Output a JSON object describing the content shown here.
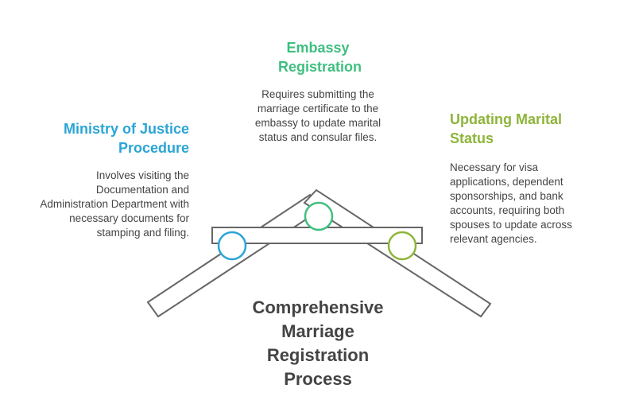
{
  "main_title": "Comprehensive Marriage Registration Process",
  "colors": {
    "left": "#2aa5d6",
    "middle": "#3fbf7f",
    "right": "#8db53a",
    "outline": "#666666",
    "text": "#444444"
  },
  "items": [
    {
      "title": "Ministry of Justice Procedure",
      "description": "Involves visiting the Documentation and Administration Department with necessary documents for stamping and filing."
    },
    {
      "title": "Embassy Registration",
      "description": "Requires submitting the marriage certificate to the embassy to update marital status and consular files."
    },
    {
      "title": "Updating Marital Status",
      "description": "Necessary for visa applications, dependent sponsorships, and bank accounts, requiring both spouses to update across relevant agencies."
    }
  ]
}
